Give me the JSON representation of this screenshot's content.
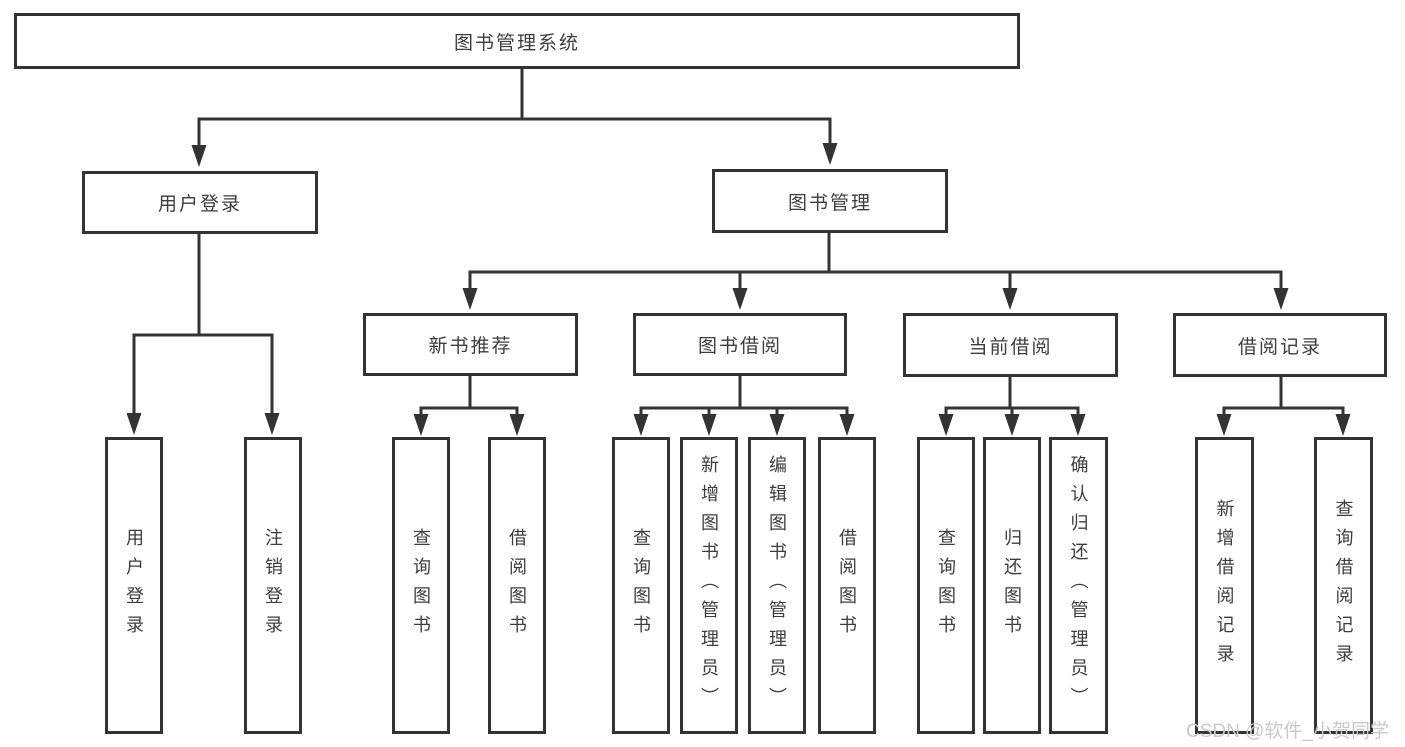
{
  "tree": {
    "root": {
      "label": "图书管理系统"
    },
    "branches": [
      {
        "label": "用户登录",
        "children": [
          {
            "label": "用户登录"
          },
          {
            "label": "注销登录"
          }
        ]
      },
      {
        "label": "图书管理",
        "children": [
          {
            "label": "新书推荐",
            "children": [
              {
                "label": "查询图书"
              },
              {
                "label": "借阅图书"
              }
            ]
          },
          {
            "label": "图书借阅",
            "children": [
              {
                "label": "查询图书"
              },
              {
                "label": "新增图书（管理员）"
              },
              {
                "label": "编辑图书（管理员）"
              },
              {
                "label": "借阅图书"
              }
            ]
          },
          {
            "label": "当前借阅",
            "children": [
              {
                "label": "查询图书"
              },
              {
                "label": "归还图书"
              },
              {
                "label": "确认归还（管理员）"
              }
            ]
          },
          {
            "label": "借阅记录",
            "children": [
              {
                "label": "新增借阅记录"
              },
              {
                "label": "查询借阅记录"
              }
            ]
          }
        ]
      }
    ]
  },
  "watermark": "CSDN @软件_小贺同学",
  "colors": {
    "line": "#333333",
    "box_border": "#333333",
    "box_bg": "#ffffff",
    "text": "#3d3d3d",
    "watermark": "#c9c9c9"
  }
}
